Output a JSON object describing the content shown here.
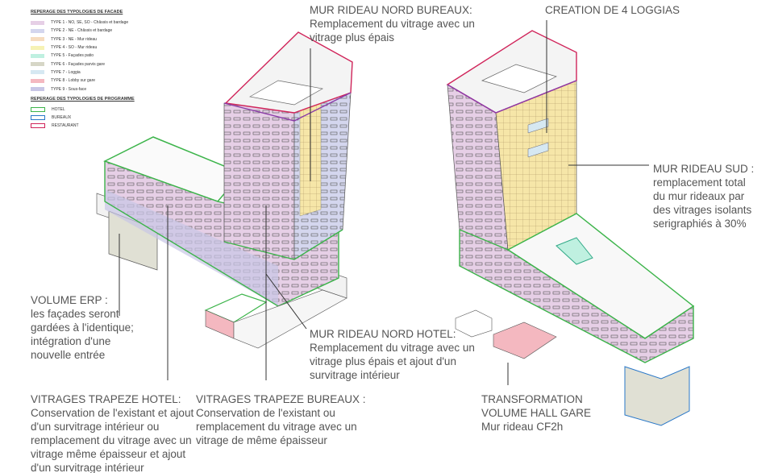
{
  "legend": {
    "facade_title": "REPERAGE DES TYPOLOGIES DE FACADE",
    "facade_types": [
      {
        "label": "TYPE 1 - NO, SE, SO - Châssis et bardage",
        "color": "#e6cfe6"
      },
      {
        "label": "TYPE 2 - NE - Châssis et bardage",
        "color": "#d4d6ee"
      },
      {
        "label": "TYPE 3 - NE - Mur rideau",
        "color": "#f6dcc0"
      },
      {
        "label": "TYPE 4 - SO - Mur rideau",
        "color": "#f6f2b4"
      },
      {
        "label": "TYPE 5 - Façades patio",
        "color": "#bff0e0"
      },
      {
        "label": "TYPE 6 - Façades parvis gare",
        "color": "#d6d6c6"
      },
      {
        "label": "TYPE 7 - Loggia",
        "color": "#d6e8f2"
      },
      {
        "label": "TYPE 8 - Lobby sur gare",
        "color": "#f4b8c0"
      },
      {
        "label": "TYPE 9 - Sous-face",
        "color": "#c8c6e6"
      }
    ],
    "program_title": "REPERAGE DES TYPOLOGIES DE PROGRAMME",
    "program_types": [
      {
        "label": "HOTEL",
        "color": "#3cb44a"
      },
      {
        "label": "BUREAUX",
        "color": "#2a78c8"
      },
      {
        "label": "RESTAURANT",
        "color": "#d0245a"
      }
    ]
  },
  "notes": {
    "mur_rideau_nord_bureaux": {
      "title": "MUR RIDEAU NORD BUREAUX:",
      "lines": [
        "Remplacement du vitrage avec un",
        "vitrage plus épais"
      ]
    },
    "loggias": {
      "title": "CREATION DE 4 LOGGIAS",
      "lines": []
    },
    "mur_rideau_sud": {
      "title": "MUR RIDEAU SUD :",
      "lines": [
        "remplacement total",
        "du mur rideaux par",
        "des vitrages isolants",
        "serigraphiés à 30%"
      ]
    },
    "volume_erp": {
      "title": "VOLUME ERP :",
      "lines": [
        "les façades seront",
        "gardées à l'identique;",
        "intégration d'une",
        "nouvelle entrée"
      ]
    },
    "mur_rideau_nord_hotel": {
      "title": "MUR RIDEAU NORD HOTEL:",
      "lines": [
        "Remplacement du vitrage avec un",
        "vitrage plus épais et ajout d'un",
        "survitrage intérieur"
      ]
    },
    "trapeze_hotel": {
      "title": "VITRAGES TRAPEZE HOTEL:",
      "lines": [
        "Conservation de l'existant et ajout",
        "d'un survitrage intérieur ou",
        "remplacement du vitrage avec un",
        "vitrage même épaisseur et ajout",
        "d'un survitrage intérieur"
      ]
    },
    "trapeze_bureaux": {
      "title": "VITRAGES TRAPEZE BUREAUX :",
      "lines": [
        "Conservation de l'existant ou",
        "remplacement du vitrage avec un",
        "vitrage de même épaisseur"
      ]
    },
    "hall_gare": {
      "title": "TRANSFORMATION",
      "lines": [
        "VOLUME HALL GARE",
        "Mur rideau CF2h"
      ]
    }
  }
}
